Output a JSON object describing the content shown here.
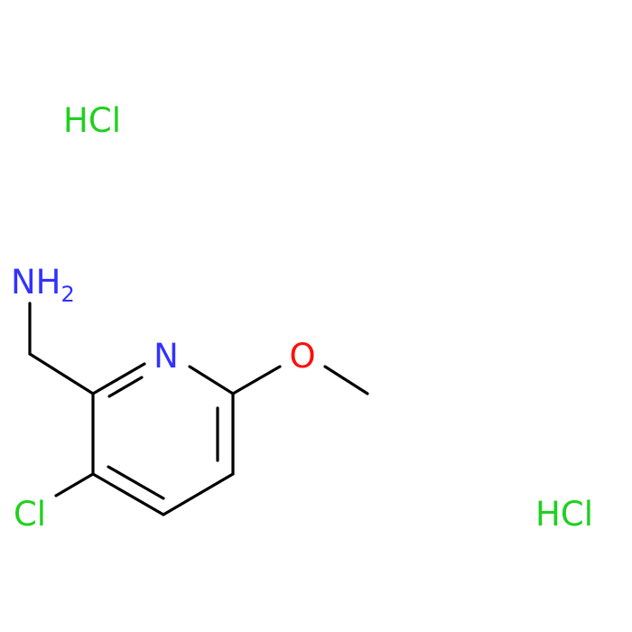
{
  "molecule": {
    "labels": {
      "amine": "NH",
      "amine_subscript": "2",
      "ring_nitrogen": "N",
      "oxygen": "O",
      "chlorine": "Cl",
      "salt_1": "HCl",
      "salt_2": "HCl"
    },
    "colors": {
      "bond": "#000000",
      "nitrogen": "#3232ff",
      "oxygen": "#ff0d0d",
      "chlorine": "#1fd01f"
    }
  }
}
